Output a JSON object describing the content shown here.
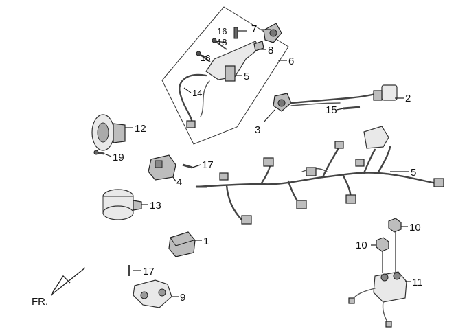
{
  "callouts": {
    "c1": "1",
    "c2": "2",
    "c3": "3",
    "c4": "4",
    "c5a": "5",
    "c5b": "5",
    "c6": "6",
    "c7": "7",
    "c8": "8",
    "c9": "9",
    "c10a": "10",
    "c10b": "10",
    "c11": "11",
    "c12": "12",
    "c13": "13",
    "c14": "14",
    "c15": "15",
    "c16": "16",
    "c17a": "17",
    "c17b": "17",
    "c18a": "18",
    "c18b": "18",
    "c19": "19"
  },
  "front_marker": "FR."
}
